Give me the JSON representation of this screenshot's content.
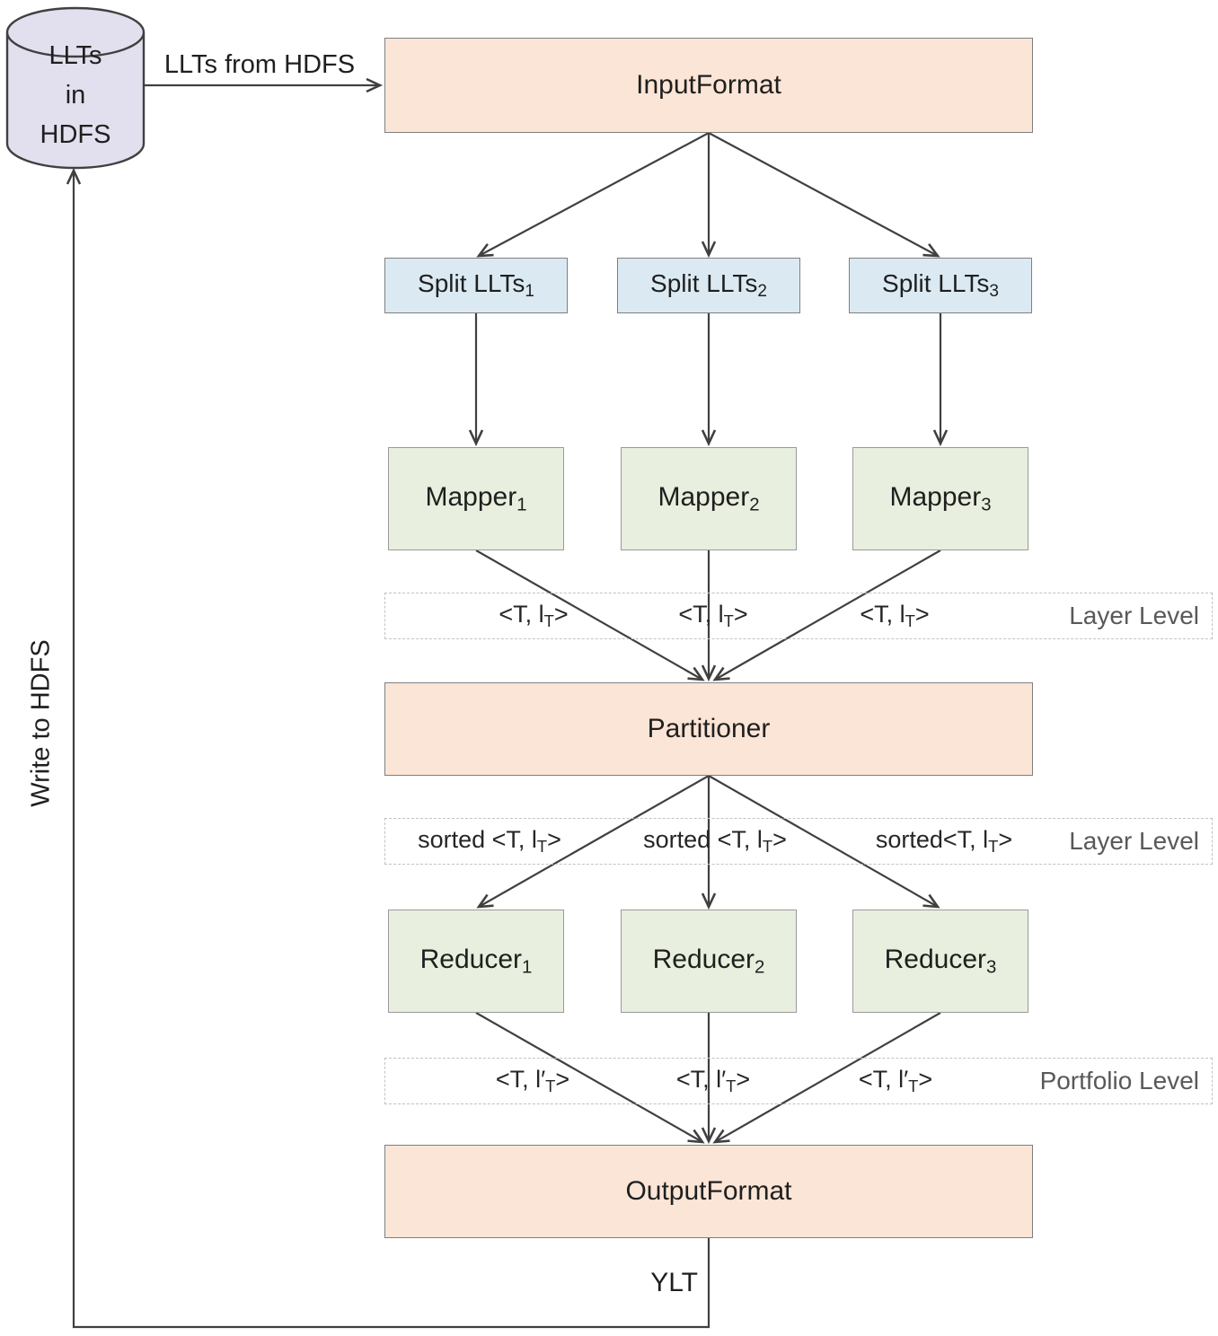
{
  "hdfs_cylinder": {
    "line1": "LLTs",
    "line2": "in",
    "line3": "HDFS"
  },
  "stages": {
    "input_format": "InputFormat",
    "partitioner": "Partitioner",
    "output_format": "OutputFormat"
  },
  "splits": [
    {
      "base": "Split LLTs",
      "sub": "1"
    },
    {
      "base": "Split LLTs",
      "sub": "2"
    },
    {
      "base": "Split LLTs",
      "sub": "3"
    }
  ],
  "mappers": [
    {
      "base": "Mapper",
      "sub": "1"
    },
    {
      "base": "Mapper",
      "sub": "2"
    },
    {
      "base": "Mapper",
      "sub": "3"
    }
  ],
  "reducers": [
    {
      "base": "Reducer",
      "sub": "1"
    },
    {
      "base": "Reducer",
      "sub": "2"
    },
    {
      "base": "Reducer",
      "sub": "3"
    }
  ],
  "map_outputs": [
    {
      "pre": "<T, l",
      "sub": "T",
      "post": ">"
    },
    {
      "pre": "<T, l",
      "sub": "T",
      "post": ">"
    },
    {
      "pre": "<T, l",
      "sub": "T",
      "post": ">"
    }
  ],
  "sorted_outputs": [
    {
      "pre": "sorted <T, l",
      "sub": "T",
      "post": ">"
    },
    {
      "pre": "sorted <T, l",
      "sub": "T",
      "post": ">"
    },
    {
      "pre": "sorted<T, l",
      "sub": "T",
      "post": ">"
    }
  ],
  "reducer_outputs": [
    {
      "pre": "<T, l′",
      "sub": "T",
      "post": ">"
    },
    {
      "pre": "<T, l′",
      "sub": "T",
      "post": ">"
    },
    {
      "pre": "<T, l′",
      "sub": "T",
      "post": ">"
    }
  ],
  "level_rows": [
    {
      "label": "Layer Level"
    },
    {
      "label": "Layer Level"
    },
    {
      "label": "Portfolio Level"
    }
  ],
  "edge_labels": {
    "llts_from_hdfs": "LLTs from HDFS",
    "write_to_hdfs": "Write to HDFS",
    "ylt": "YLT"
  },
  "colors": {
    "stage_fill": "#fbe5d6",
    "split_fill": "#dbeaf2",
    "worker_fill": "#e8efde",
    "cylinder_fill": "#e2e0ee",
    "line": "#404040",
    "box_border": "#7f7f7f",
    "dashed_border": "#c2c2c2",
    "level_text": "#595959"
  }
}
